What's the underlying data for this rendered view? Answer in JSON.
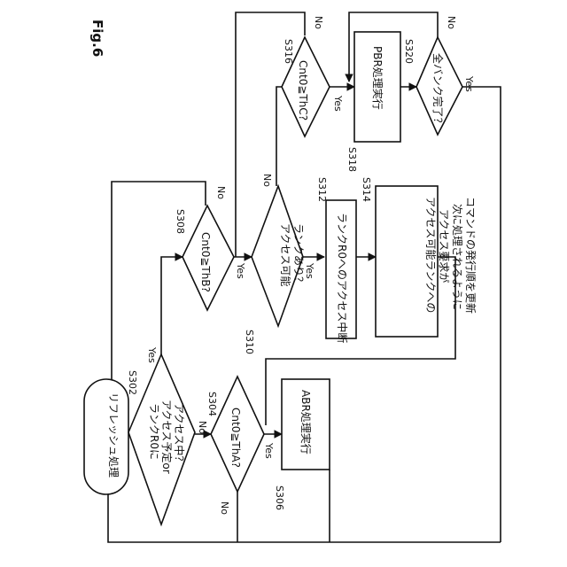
{
  "figure_label": "Fig.6",
  "start": {
    "label": "リフレッシュ処理"
  },
  "steps": {
    "s302": {
      "id": "S302",
      "lines": [
        "ランクR0に",
        "アクセス予定or",
        "アクセス中？"
      ]
    },
    "s304": {
      "id": "S304",
      "lines": [
        "Cnt0≧ThA?"
      ]
    },
    "s306": {
      "id": "S306",
      "lines": [
        "ABR処理実行"
      ]
    },
    "s308": {
      "id": "S308",
      "lines": [
        "Cnt0≧ThB?"
      ]
    },
    "s310": {
      "id": "S310",
      "lines": [
        "アクセス可能",
        "ランクあり？"
      ]
    },
    "s312": {
      "id": "S312",
      "lines": [
        "ランクR0へのアクセス中断"
      ]
    },
    "s314": {
      "id": "S314",
      "lines": [
        "アクセス可能ランクへの",
        "アクセス要求が",
        "次に処理されるように",
        "コマンドの発行順を更新"
      ]
    },
    "s316": {
      "id": "S316",
      "lines": [
        "Cnt0≧ThC?"
      ]
    },
    "s318": {
      "id": "S318",
      "lines": [
        "PBR処理実行"
      ]
    },
    "s320": {
      "id": "S320",
      "lines": [
        "全バンク完了？"
      ]
    }
  },
  "branch_labels": {
    "yes": "Yes",
    "no": "No"
  }
}
